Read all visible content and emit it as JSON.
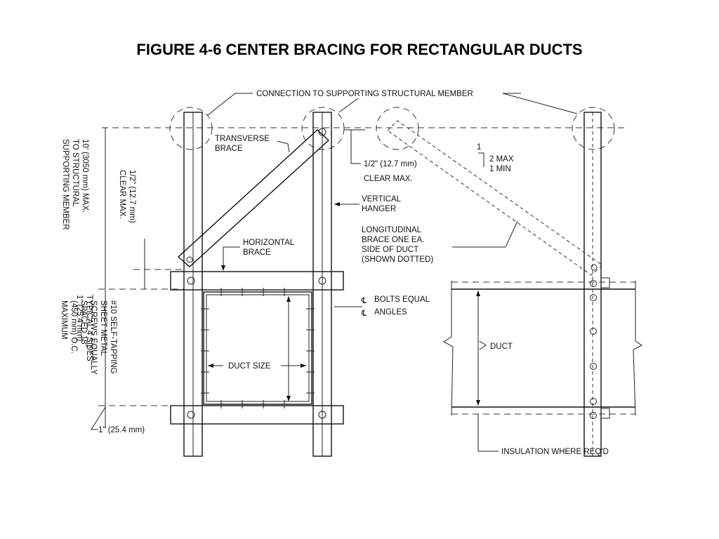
{
  "title": "FIGURE 4-6 CENTER BRACING FOR RECTANGULAR DUCTS",
  "labels": {
    "connection": "CONNECTION TO SUPPORTING STRUCTURAL MEMBER",
    "transverse_1": "TRANSVERSE",
    "transverse_2": "BRACE",
    "half_inch_1": "1/2\" (12.7 mm)",
    "half_inch_2": "CLEAR MAX.",
    "slope_1": "1",
    "slope_2": "2 MAX",
    "slope_3": "1 MIN",
    "vertical_1": "VERTICAL",
    "vertical_2": "HANGER",
    "longitudinal_1": "LONGITUDINAL",
    "longitudinal_2": "BRACE ONE EA.",
    "longitudinal_3": "SIDE OF DUCT",
    "longitudinal_4": "(SHOWN DOTTED)",
    "horizontal_1": "HORIZONTAL",
    "horizontal_2": "BRACE",
    "bolts_1": "BOLTS EQUAL",
    "bolts_2": "ANGLES",
    "duct_size": "DUCT SIZE",
    "duct": "DUCT",
    "insulation": "INSULATION WHERE REQ'D",
    "one_inch_bottom": "1\" (25.4 mm)",
    "rot_10ft_1": "10' (3050 mm) MAX.",
    "rot_10ft_2": "TO STRUCTURAL",
    "rot_10ft_3": "SUPPORTING MEMBER",
    "rot_half_1": "1/2\" (12.7 mm)",
    "rot_half_2": "CLEAR MAX.",
    "rot_typical_1": "TYPICAL 4 SIDES",
    "rot_typical_2": "1\" (25.4 mm)",
    "rot_screws_1": "#10 SELF-TAPPING",
    "rot_screws_2": "SHEET METAL",
    "rot_screws_3": "SCREWS EQUALLY",
    "rot_screws_4": "SPACED 18\"",
    "rot_screws_5": "(450 mm) O.C.",
    "rot_screws_6": "MAXIMUM"
  }
}
